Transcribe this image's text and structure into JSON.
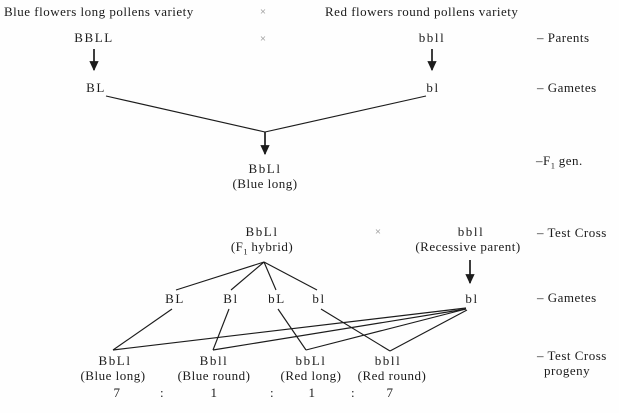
{
  "symbols": {
    "cross": "×"
  },
  "top_cross": {
    "left_variety": "Blue flowers long pollens variety",
    "right_variety": "Red flowers round pollens variety",
    "left_parent_genotype": "BBLL",
    "right_parent_genotype": "bbll",
    "left_gamete": "BL",
    "right_gamete": "bl",
    "f1_genotype": "BbLl",
    "f1_phenotype": "(Blue long)"
  },
  "side_labels": {
    "parents": "– Parents",
    "gametes": "– Gametes",
    "f1_gen": {
      "pre": "–F",
      "sub": "1",
      "post": " gen."
    },
    "test_cross": "– Test Cross",
    "test_cross_progeny": {
      "line1": "– Test Cross",
      "line2": "progeny"
    }
  },
  "test_cross": {
    "f1_genotype": "BbLl",
    "f1_label": {
      "pre": "(F",
      "sub": "1",
      "post": " hybrid)"
    },
    "recessive_genotype": "bbll",
    "recessive_label": "(Recessive parent)",
    "f1_gametes": [
      "BL",
      "Bl",
      "bL",
      "bl"
    ],
    "recessive_gamete": "bl",
    "ratio_separator": ":",
    "progeny": [
      {
        "genotype": "BbLl",
        "phenotype": "(Blue long)",
        "ratio": "7"
      },
      {
        "genotype": "Bbll",
        "phenotype": "(Blue round)",
        "ratio": "1"
      },
      {
        "genotype": "bbLl",
        "phenotype": "(Red long)",
        "ratio": "1"
      },
      {
        "genotype": "bbll",
        "phenotype": "(Red round)",
        "ratio": "7"
      }
    ]
  }
}
